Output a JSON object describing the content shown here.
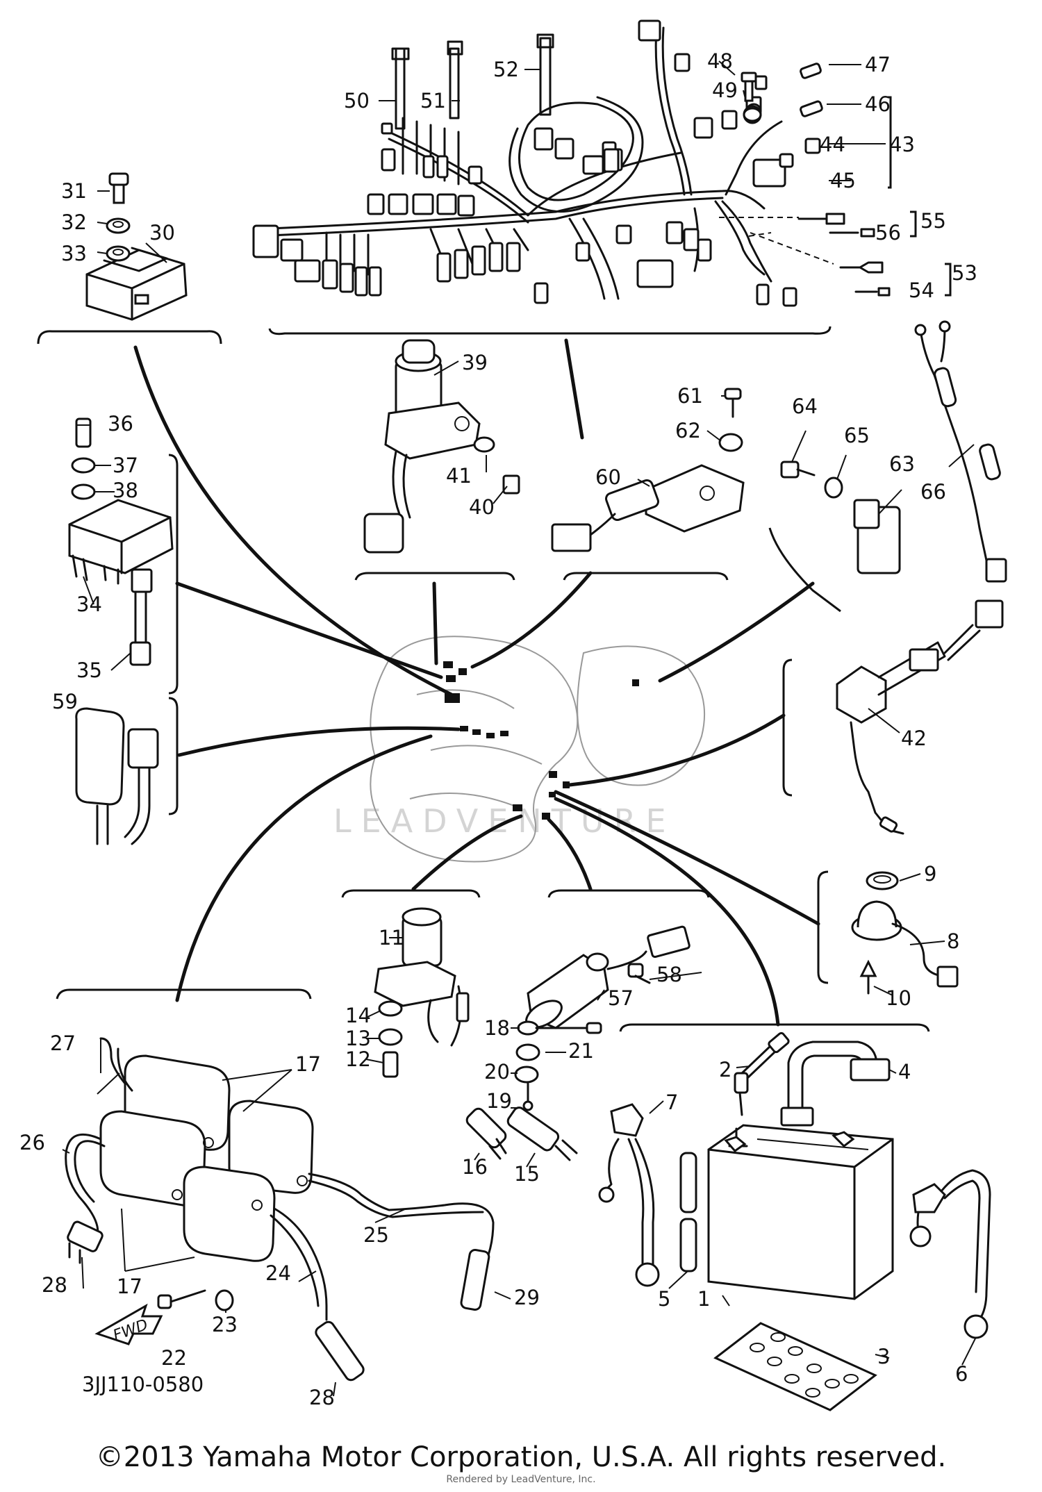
{
  "diagram": {
    "code": "3JJ110-0580",
    "arrow_label": "FWD",
    "watermark": "LEADVENTURE",
    "callouts": [
      "1",
      "2",
      "3",
      "4",
      "5",
      "6",
      "7",
      "8",
      "9",
      "10",
      "11",
      "12",
      "13",
      "14",
      "15",
      "16",
      "17",
      "18",
      "19",
      "20",
      "21",
      "22",
      "23",
      "24",
      "25",
      "26",
      "27",
      "28",
      "29",
      "30",
      "31",
      "32",
      "33",
      "34",
      "35",
      "36",
      "37",
      "38",
      "39",
      "40",
      "41",
      "42",
      "43",
      "44",
      "45",
      "46",
      "47",
      "48",
      "49",
      "50",
      "51",
      "52",
      "53",
      "54",
      "55",
      "56",
      "57",
      "58",
      "59",
      "60",
      "61",
      "62",
      "63",
      "64",
      "65",
      "66"
    ]
  },
  "footer": {
    "copyright": "©2013 Yamaha Motor Corporation, U.S.A. All rights reserved.",
    "rendered_by": "Rendered by LeadVenture, Inc."
  }
}
